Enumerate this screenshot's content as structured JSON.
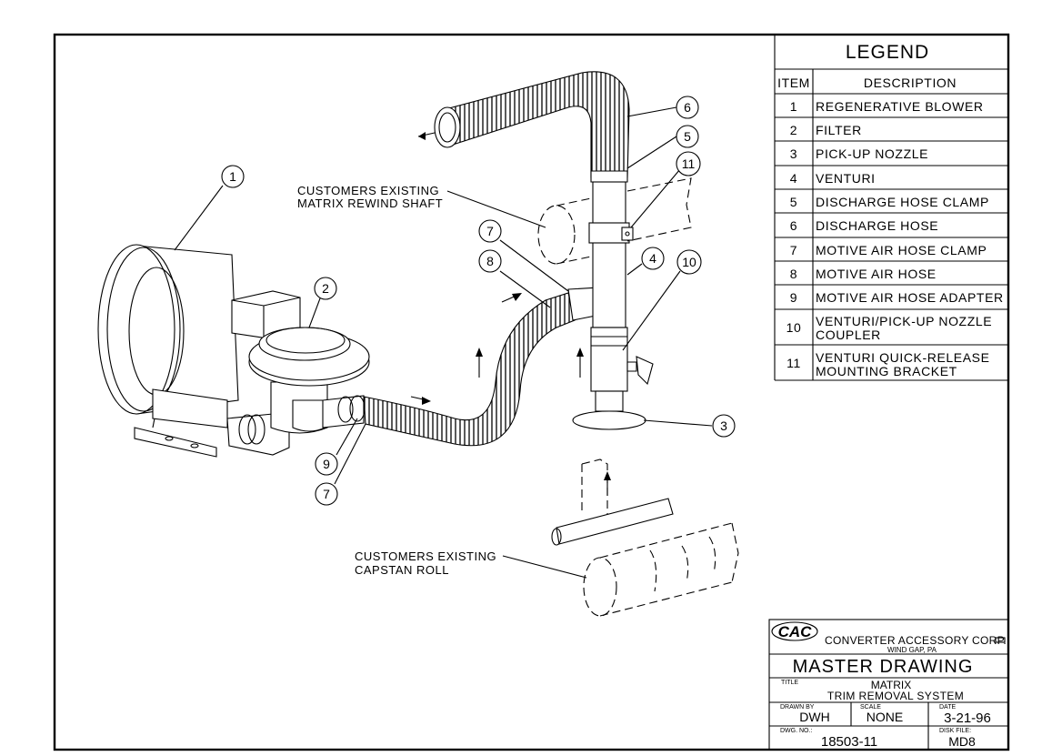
{
  "legend": {
    "title": "LEGEND",
    "header_item": "ITEM",
    "header_description": "DESCRIPTION",
    "rows": [
      {
        "item": "1",
        "description": "REGENERATIVE BLOWER"
      },
      {
        "item": "2",
        "description": "FILTER"
      },
      {
        "item": "3",
        "description": "PICK-UP NOZZLE"
      },
      {
        "item": "4",
        "description": "VENTURI"
      },
      {
        "item": "5",
        "description": "DISCHARGE HOSE CLAMP"
      },
      {
        "item": "6",
        "description": "DISCHARGE HOSE"
      },
      {
        "item": "7",
        "description": "MOTIVE AIR HOSE CLAMP"
      },
      {
        "item": "8",
        "description": "MOTIVE AIR HOSE"
      },
      {
        "item": "9",
        "description": "MOTIVE AIR HOSE ADAPTER"
      },
      {
        "item": "10",
        "description": "VENTURI/PICK-UP NOZZLE",
        "description_2": "COUPLER"
      },
      {
        "item": "11",
        "description": "VENTURI QUICK-RELEASE",
        "description_2": "MOUNTING BRACKET"
      }
    ]
  },
  "notes": {
    "rewind_shaft_line1": "CUSTOMERS EXISTING",
    "rewind_shaft_line2": "MATRIX REWIND SHAFT",
    "capstan_line1": "CUSTOMERS EXISTING",
    "capstan_line2": "CAPSTAN ROLL"
  },
  "callouts": {
    "c1": "1",
    "c2": "2",
    "c3": "3",
    "c4": "4",
    "c5": "5",
    "c6": "6",
    "c7a": "7",
    "c7b": "7",
    "c8": "8",
    "c9": "9",
    "c10": "10",
    "c11": "11"
  },
  "title_block": {
    "logo_text": "CAC",
    "company": "CONVERTER ACCESSORY CORP.",
    "location": "WIND GAP, PA",
    "drawing_type": "MASTER DRAWING",
    "title_label": "TITLE",
    "title_line1": "MATRIX",
    "title_line2": "TRIM REMOVAL SYSTEM",
    "drawn_by_label": "DRAWN BY",
    "drawn_by": "DWH",
    "scale_label": "SCALE",
    "scale": "NONE",
    "date_label": "DATE",
    "date": "3-21-96",
    "dwg_no_label": "DWG. NO.:",
    "dwg_no": "18503-11",
    "disk_file_label": "DISK FILE:",
    "disk_file": "MD8"
  }
}
